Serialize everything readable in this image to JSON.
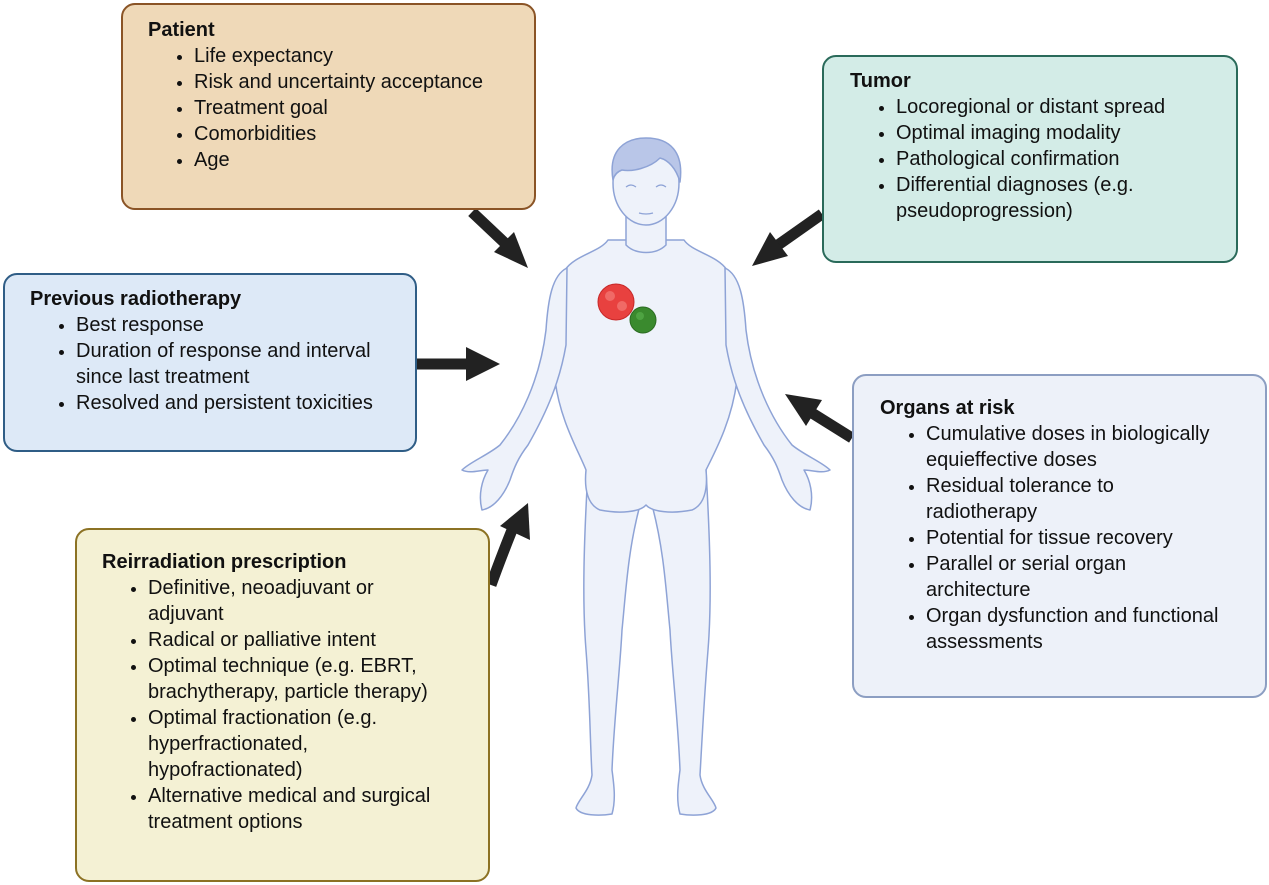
{
  "title": "Factors to consider for reirradiation",
  "colors": {
    "patient_bg": "#efd9b8",
    "patient_border": "#8a5426",
    "tumor_bg": "#d3ece7",
    "tumor_border": "#2a6a5a",
    "previous_bg": "#dde9f7",
    "previous_border": "#2f5d86",
    "organs_bg": "#edf1f9",
    "organs_border": "#8c9ec2",
    "reirradiation_bg": "#f4f1d4",
    "reirradiation_border": "#8c7224",
    "arrow": "#222222",
    "body_fill": "#eef2fa",
    "body_outline": "#8ea3d6",
    "tumor_red": "#e8413f",
    "tumor_green": "#3a8a2e"
  },
  "boxes": {
    "patient": {
      "title": "Patient",
      "items": [
        "Life expectancy",
        "Risk and uncertainty acceptance",
        "Treatment goal",
        "Comorbidities",
        "Age"
      ]
    },
    "tumor": {
      "title": "Tumor",
      "items": [
        "Locoregional or distant spread",
        "Optimal imaging modality",
        "Pathological confirmation",
        "Differential diagnoses (e.g. pseudoprogression)"
      ]
    },
    "previous_radiotherapy": {
      "title": "Previous radiotherapy",
      "items": [
        "Best response",
        "Duration of response and interval since last treatment",
        "Resolved and persistent toxicities"
      ]
    },
    "organs_at_risk": {
      "title": "Organs at risk",
      "items": [
        "Cumulative doses in biologically equieffective doses",
        "Residual tolerance to radiotherapy",
        "Potential for tissue recovery",
        "Parallel or serial organ architecture",
        "Organ dysfunction and functional assessments"
      ]
    },
    "reirradiation_prescription": {
      "title": "Reirradiation prescription",
      "items": [
        "Definitive, neoadjuvant or adjuvant",
        "Radical or palliative intent",
        "Optimal technique (e.g. EBRT, brachytherapy, particle therapy)",
        "Optimal fractionation (e.g. hyperfractionated, hypofractionated)",
        "Alternative medical and surgical treatment options"
      ]
    },
    "center_figure": {
      "label": "human-body",
      "lesions": [
        "red tumor lesion",
        "green tumor lesion"
      ]
    }
  }
}
